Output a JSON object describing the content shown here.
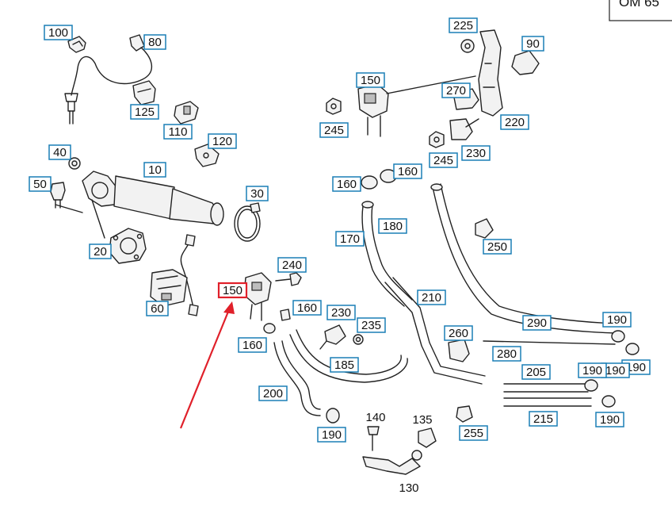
{
  "model_tag": "OM 65",
  "highlight_color": "#e0202a",
  "label_border_color": "#1a7fb5",
  "highlighted_label": "150",
  "labels": [
    "100",
    "80",
    "125",
    "110",
    "120",
    "40",
    "10",
    "50",
    "30",
    "20",
    "60",
    "225",
    "90",
    "150",
    "270",
    "245",
    "220",
    "245",
    "230",
    "160",
    "160",
    "170",
    "180",
    "250",
    "240",
    "150",
    "160",
    "230",
    "235",
    "210",
    "290",
    "190",
    "190",
    "160",
    "185",
    "260",
    "280",
    "190",
    "205",
    "190",
    "200",
    "215",
    "190",
    "190",
    "255"
  ],
  "plain_labels": [
    "140",
    "135",
    "130"
  ]
}
